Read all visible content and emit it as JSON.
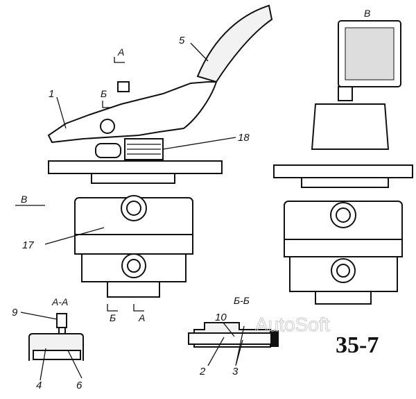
{
  "figure_number": "35-7",
  "watermark": "AutoSoft",
  "callouts": {
    "c1": "1",
    "c5": "5",
    "c18": "18",
    "c17": "17",
    "c9": "9",
    "c4": "4",
    "c6": "6",
    "c10": "10",
    "c2": "2",
    "c3": "3"
  },
  "section_marks": {
    "a_top": "А",
    "b_top": "Б",
    "b_bottom": "Б",
    "a_bottom": "А",
    "view_b_arrow": "В",
    "view_b_title": "В"
  },
  "section_titles": {
    "aa": "А-А",
    "bb": "Б-Б"
  }
}
